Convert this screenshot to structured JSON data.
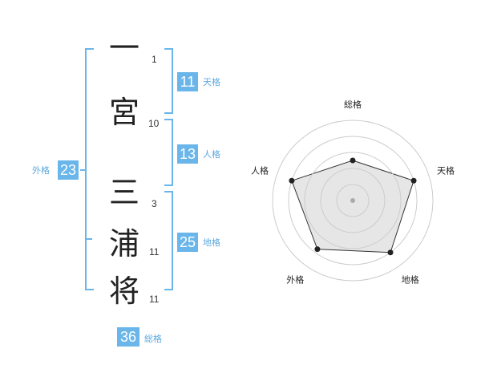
{
  "name": {
    "characters": [
      {
        "char": "一",
        "strokes": "1"
      },
      {
        "char": "宮",
        "strokes": "10"
      },
      {
        "char": "三",
        "strokes": "3"
      },
      {
        "char": "浦",
        "strokes": "11"
      },
      {
        "char": "将",
        "strokes": "11"
      }
    ]
  },
  "fortunes": {
    "tenkaku": {
      "value": "11",
      "label": "天格"
    },
    "jinkaku": {
      "value": "13",
      "label": "人格"
    },
    "chikaku": {
      "value": "25",
      "label": "地格"
    },
    "gaikaku": {
      "value": "23",
      "label": "外格"
    },
    "soukaku": {
      "value": "36",
      "label": "総格"
    }
  },
  "chart_data": {
    "type": "radar",
    "axes": [
      "総格",
      "天格",
      "地格",
      "外格",
      "人格"
    ],
    "values": [
      0.5,
      0.8,
      0.8,
      0.75,
      0.8
    ],
    "range": [
      0,
      1
    ],
    "rings": 4,
    "colors": {
      "fill": "#dddddd",
      "line": "#333333",
      "point": "#222222",
      "ring": "#cccccc",
      "center": "#aaaaaa"
    }
  },
  "colors": {
    "accent": "#6ab6ea"
  }
}
